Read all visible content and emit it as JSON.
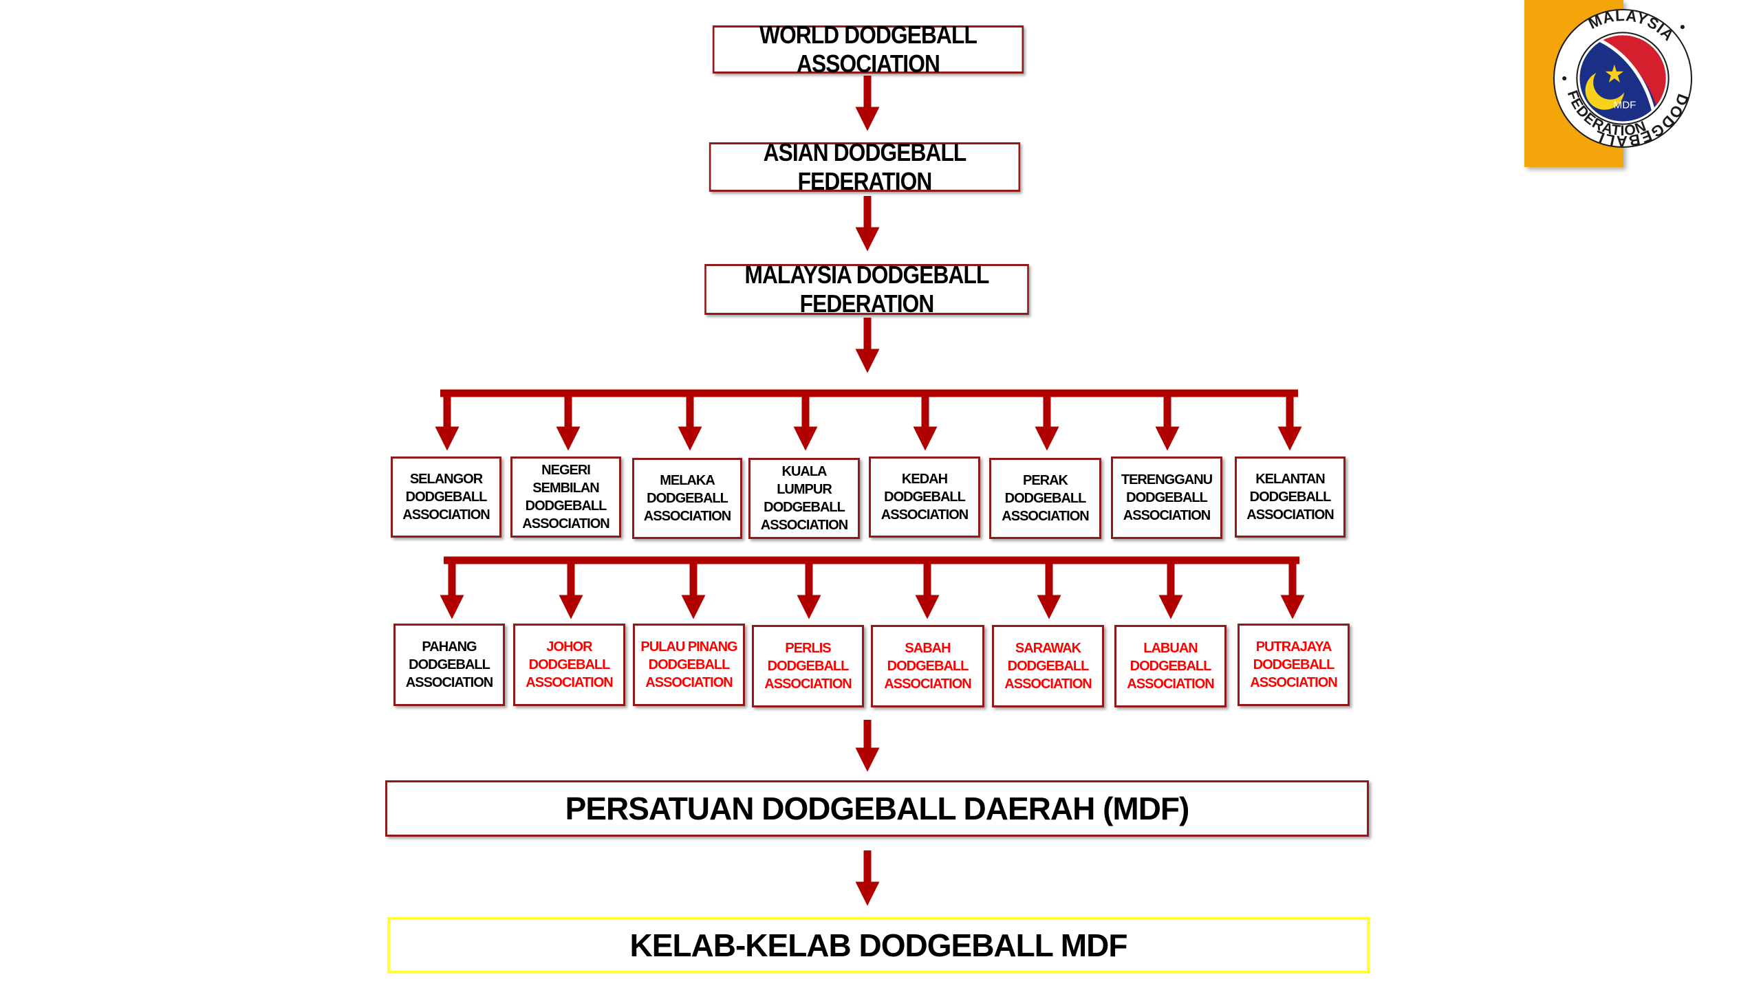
{
  "colors": {
    "connector": "#b00000",
    "box_border": "#8e1a1a",
    "black_text": "#000000",
    "red_text": "#ff0000",
    "club_border": "#ffff33",
    "logo_tab": "#f4a50a",
    "logo_blue": "#1b2f86",
    "logo_red": "#d51f2d",
    "logo_moon": "#f8d21a"
  },
  "levels": {
    "world": "WORLD DODGEBALL ASSOCIATION",
    "asian": "ASIAN DODGEBALL FEDERATION",
    "malaysia": "MALAYSIA DODGEBALL FEDERATION",
    "district": "PERSATUAN DODGEBALL DAERAH (MDF)",
    "clubs": "KELAB-KELAB DODGEBALL MDF"
  },
  "states_row1": [
    {
      "text": "SELANGOR\nDODGEBALL\nASSOCIATION",
      "text_color": "#000000"
    },
    {
      "text": "NEGERI SEMBILAN\nDODGEBALL\nASSOCIATION",
      "text_color": "#000000"
    },
    {
      "text": "MELAKA\nDODGEBALL\nASSOCIATION",
      "text_color": "#000000"
    },
    {
      "text": "KUALA LUMPUR\nDODGEBALL\nASSOCIATION",
      "text_color": "#000000"
    },
    {
      "text": "KEDAH\nDODGEBALL\nASSOCIATION",
      "text_color": "#000000"
    },
    {
      "text": "PERAK\nDODGEBALL\nASSOCIATION",
      "text_color": "#000000"
    },
    {
      "text": "TERENGGANU\nDODGEBALL\nASSOCIATION",
      "text_color": "#000000"
    },
    {
      "text": "KELANTAN\nDODGEBALL\nASSOCIATION",
      "text_color": "#000000"
    }
  ],
  "states_row2": [
    {
      "text": "PAHANG\nDODGEBALL\nASSOCIATION",
      "text_color": "#000000"
    },
    {
      "text": "JOHOR\nDODGEBALL\nASSOCIATION",
      "text_color": "#ff0000"
    },
    {
      "text": "PULAU PINANG\nDODGEBALL\nASSOCIATION",
      "text_color": "#ff0000"
    },
    {
      "text": "PERLIS\nDODGEBALL\nASSOCIATION",
      "text_color": "#ff0000"
    },
    {
      "text": "SABAH\nDODGEBALL\nASSOCIATION",
      "text_color": "#ff0000"
    },
    {
      "text": "SARAWAK\nDODGEBALL\nASSOCIATION",
      "text_color": "#ff0000"
    },
    {
      "text": "LABUAN\nDODGEBALL\nASSOCIATION",
      "text_color": "#ff0000"
    },
    {
      "text": "PUTRAJAYA\nDODGEBALL\nASSOCIATION",
      "text_color": "#ff0000"
    }
  ],
  "logo": {
    "ring_top": "MALAYSIA",
    "ring_right": "DODGEBALL",
    "ring_bottom": "FEDERATION",
    "center": "MDF"
  }
}
